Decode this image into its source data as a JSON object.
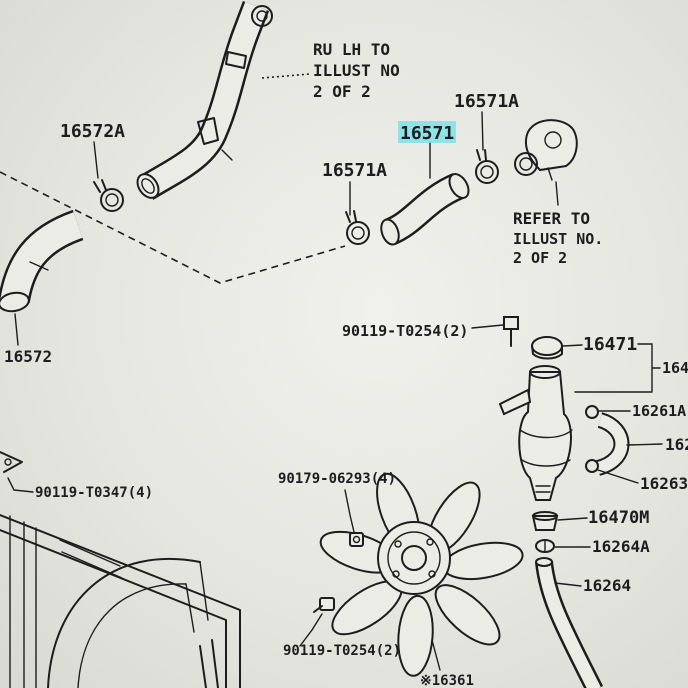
{
  "document": {
    "paper_color": "#e6e6e1",
    "ink_color": "#1d1d1d",
    "highlight_color": "#7fe0e6"
  },
  "callouts": {
    "ref_upper": {
      "line1": "RU LH TO",
      "line2": "ILLUST NO",
      "line3": "2 OF 2"
    },
    "ref_right": {
      "line1": "REFER TO",
      "line2": "ILLUST NO.",
      "line3": "2 OF 2"
    }
  },
  "part_labels": {
    "p16572A": "16572A",
    "p16571A_top": "16571A",
    "p16571": "16571",
    "p16571A_mid": "16571A",
    "p16572": "16572",
    "p90119_T0254_upper": "90119-T0254(2)",
    "p16471": "16471",
    "p164_cut": "164",
    "p16261A": "16261A",
    "p162_cut": "162",
    "p16263": "16263",
    "p90119_T0347": "90119-T0347(4)",
    "p90179_06293": "90179-06293(4)",
    "p16470M": "16470M",
    "p16264A": "16264A",
    "p16264": "16264",
    "p90119_T0254_lower": "90119-T0254(2)",
    "p16361": "※16361"
  }
}
